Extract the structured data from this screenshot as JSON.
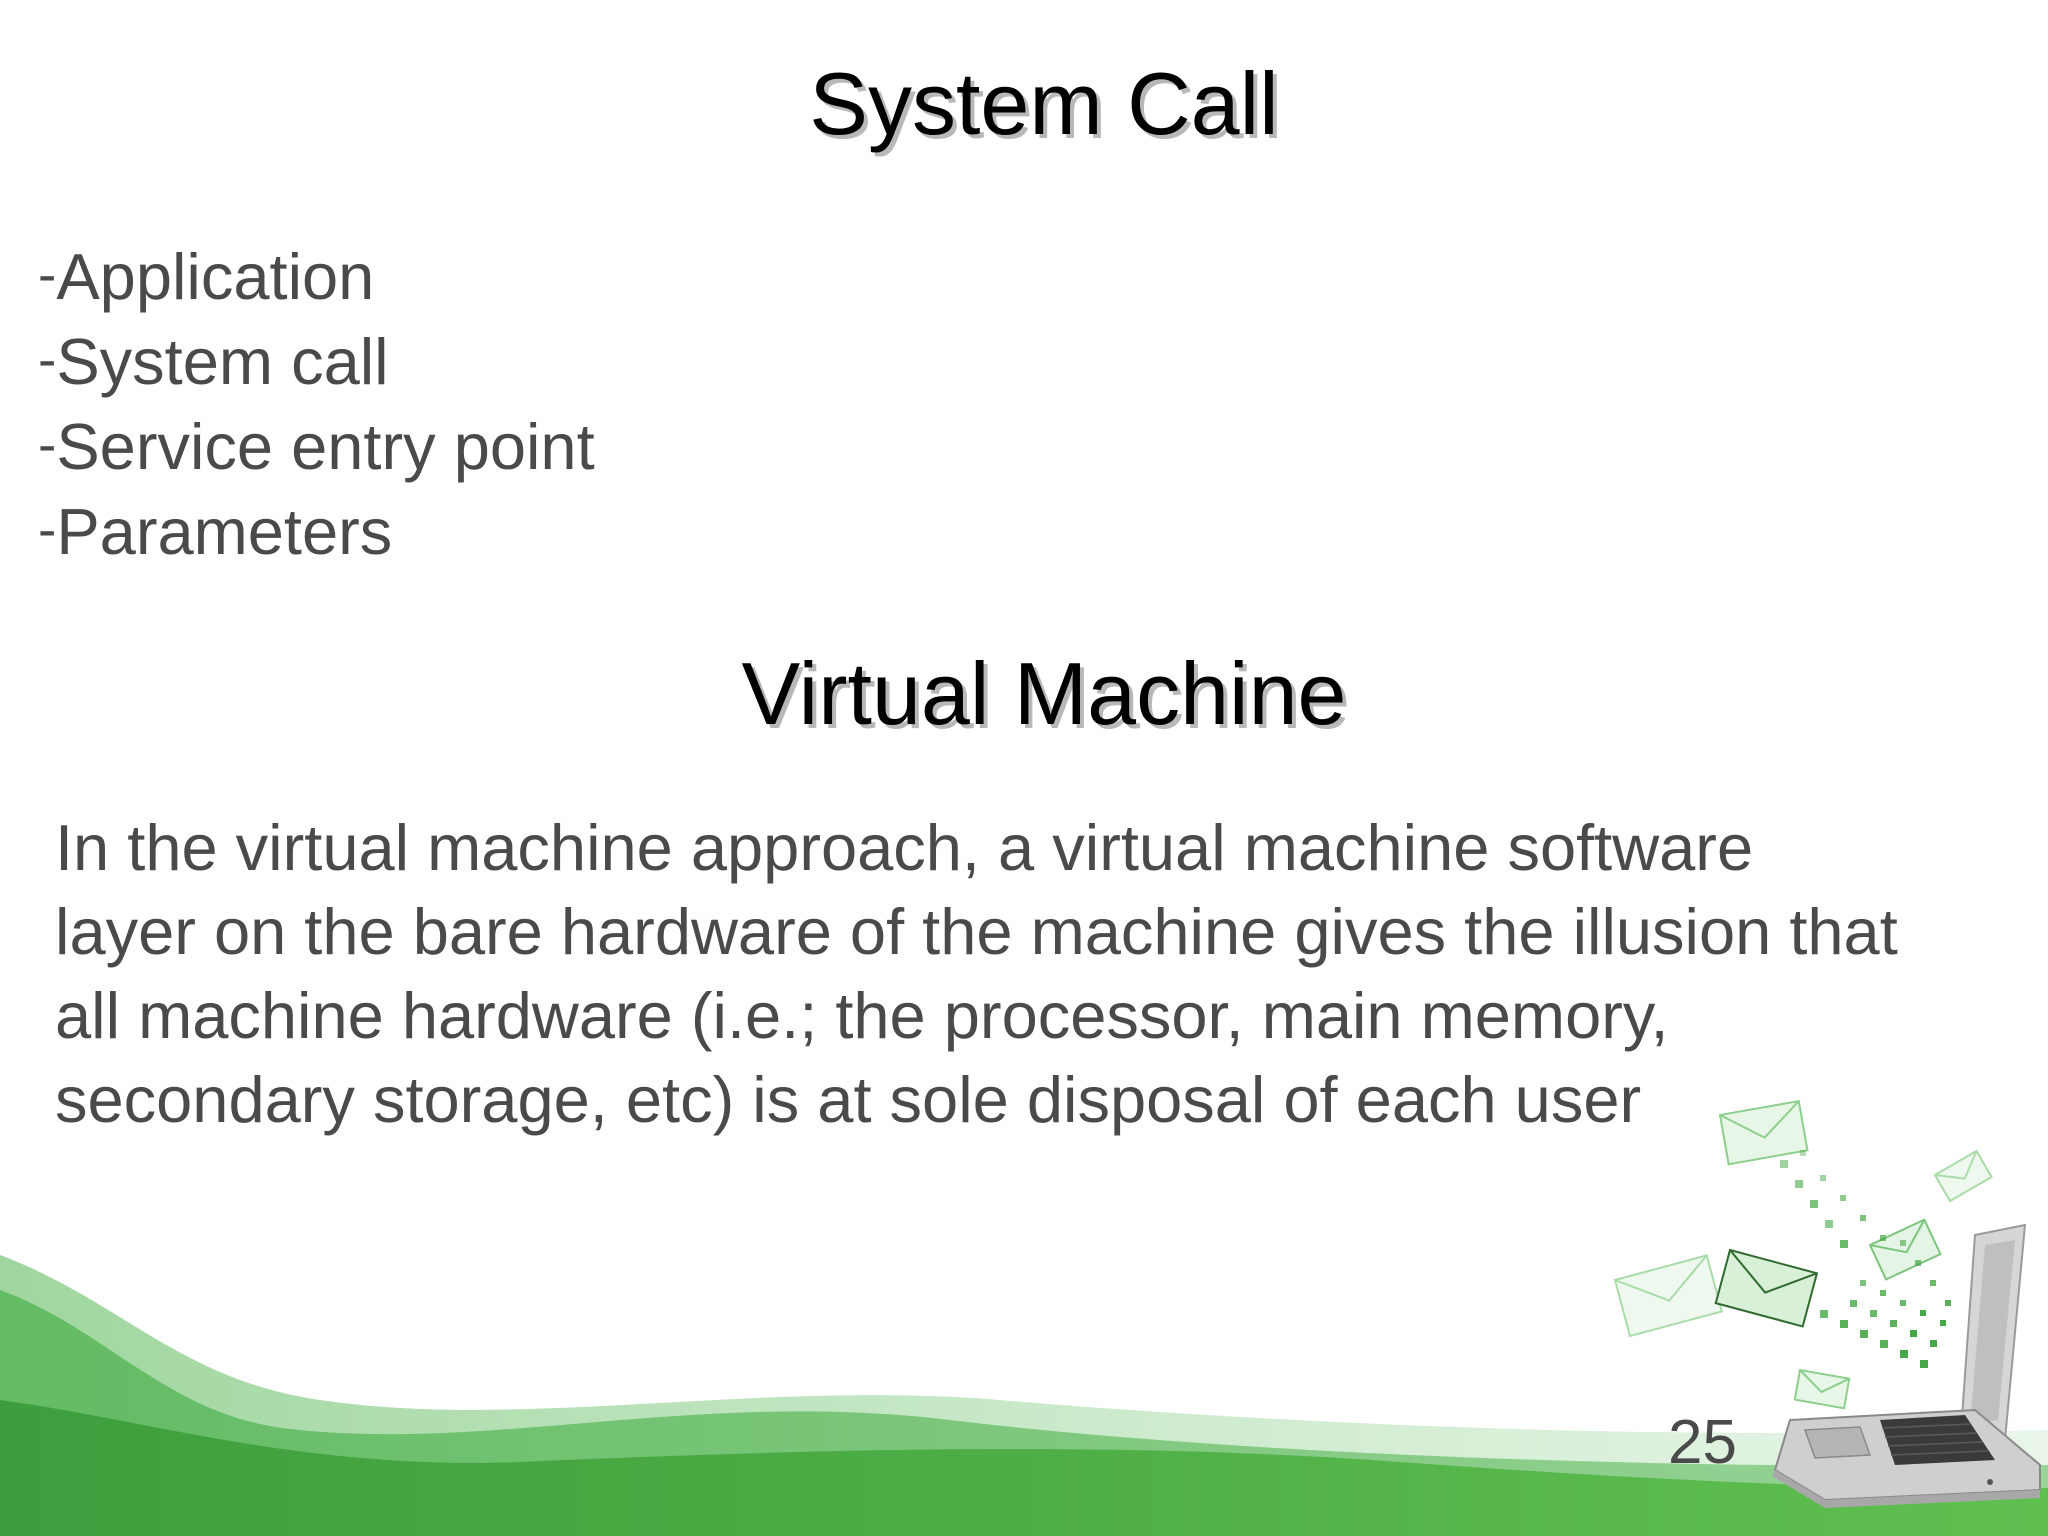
{
  "slide": {
    "title_system_call": "System Call",
    "bullets": [
      {
        "marker": "-",
        "text": "Application"
      },
      {
        "marker": "-",
        "text": "System call"
      },
      {
        "marker": "-",
        "text": "Service entry point"
      },
      {
        "marker": "-",
        "text": "Parameters"
      }
    ],
    "title_virtual_machine": "Virtual Machine",
    "paragraph_lines": [
      "In the virtual machine approach, a virtual machine software",
      "layer on the bare hardware of the machine gives the illusion that",
      "all machine hardware (i.e.; the processor, main memory,",
      "secondary storage, etc) is at sole disposal of each user"
    ],
    "page_number": "25"
  },
  "decoration": {
    "wave_colors": [
      "#3aa83a",
      "#6cc26c",
      "#a6dca6"
    ],
    "illustration": "laptop-with-flying-envelopes"
  }
}
